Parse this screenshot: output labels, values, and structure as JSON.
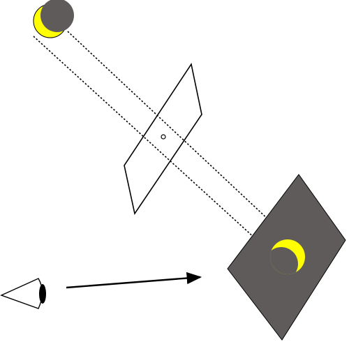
{
  "diagram": {
    "description_elements": [
      "sun-partially-eclipsed-icon",
      "pinhole-card",
      "pinhole",
      "projection-rays",
      "screen-with-inverted-crescent",
      "eye-icon",
      "viewing-arrow"
    ]
  },
  "colors": {
    "background": "#ffffff",
    "sun_yellow": "#ffff00",
    "moon_gray": "#5f5b5b",
    "screen_gray": "#5f5b5b",
    "line_black": "#000000",
    "card_fill": "#ffffff"
  }
}
